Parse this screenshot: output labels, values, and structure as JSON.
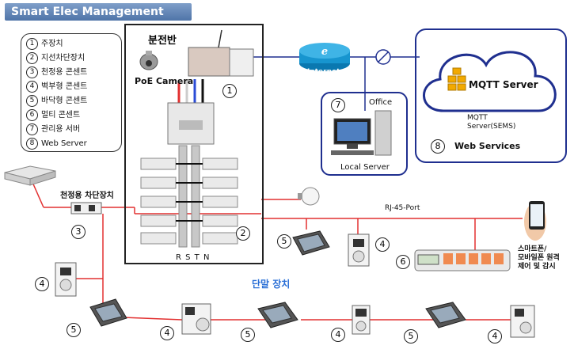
{
  "title": "Smart Elec Management System",
  "legend": {
    "items": [
      {
        "num": "1",
        "label": "주장치"
      },
      {
        "num": "2",
        "label": "지선차단장치"
      },
      {
        "num": "3",
        "label": "천정용 콘센트"
      },
      {
        "num": "4",
        "label": "벽부형 콘센트"
      },
      {
        "num": "5",
        "label": "바닥형 콘센트"
      },
      {
        "num": "6",
        "label": "멀티 콘센트"
      },
      {
        "num": "7",
        "label": "관리용 서버"
      },
      {
        "num": "8",
        "label": "Web Server"
      }
    ]
  },
  "panel": {
    "title": "분전반",
    "phases": "R S T N",
    "main_num": "1",
    "branch_num": "2"
  },
  "poe_camera": "PoE Camera",
  "internet": "Internet",
  "office": {
    "num": "7",
    "office_label": "Office",
    "server_label": "Local Server"
  },
  "web": {
    "mqtt": "MQTT Server",
    "sems": "MQTT\nServer(SEMS)",
    "num": "8",
    "services": "Web Services"
  },
  "ceiling": {
    "label": "천정용 차단장치",
    "num": "3"
  },
  "rj45": "RJ-45-Port",
  "terminal": "단말 장치",
  "smartphone": "스마트폰/\n모바일폰 원격\n제어 및 감시",
  "nums": {
    "floor1": "5",
    "wall1": "4",
    "multi": "6",
    "wall_left": "4",
    "b_floor1": "5",
    "b_wall1": "4",
    "b_floor2": "5",
    "b_wall2": "4",
    "b_floor3": "5",
    "b_wall3": "4"
  },
  "colors": {
    "accent": "#1f2f8f",
    "wire_red": "#e23030",
    "wire_blue": "#2a4bd6"
  }
}
